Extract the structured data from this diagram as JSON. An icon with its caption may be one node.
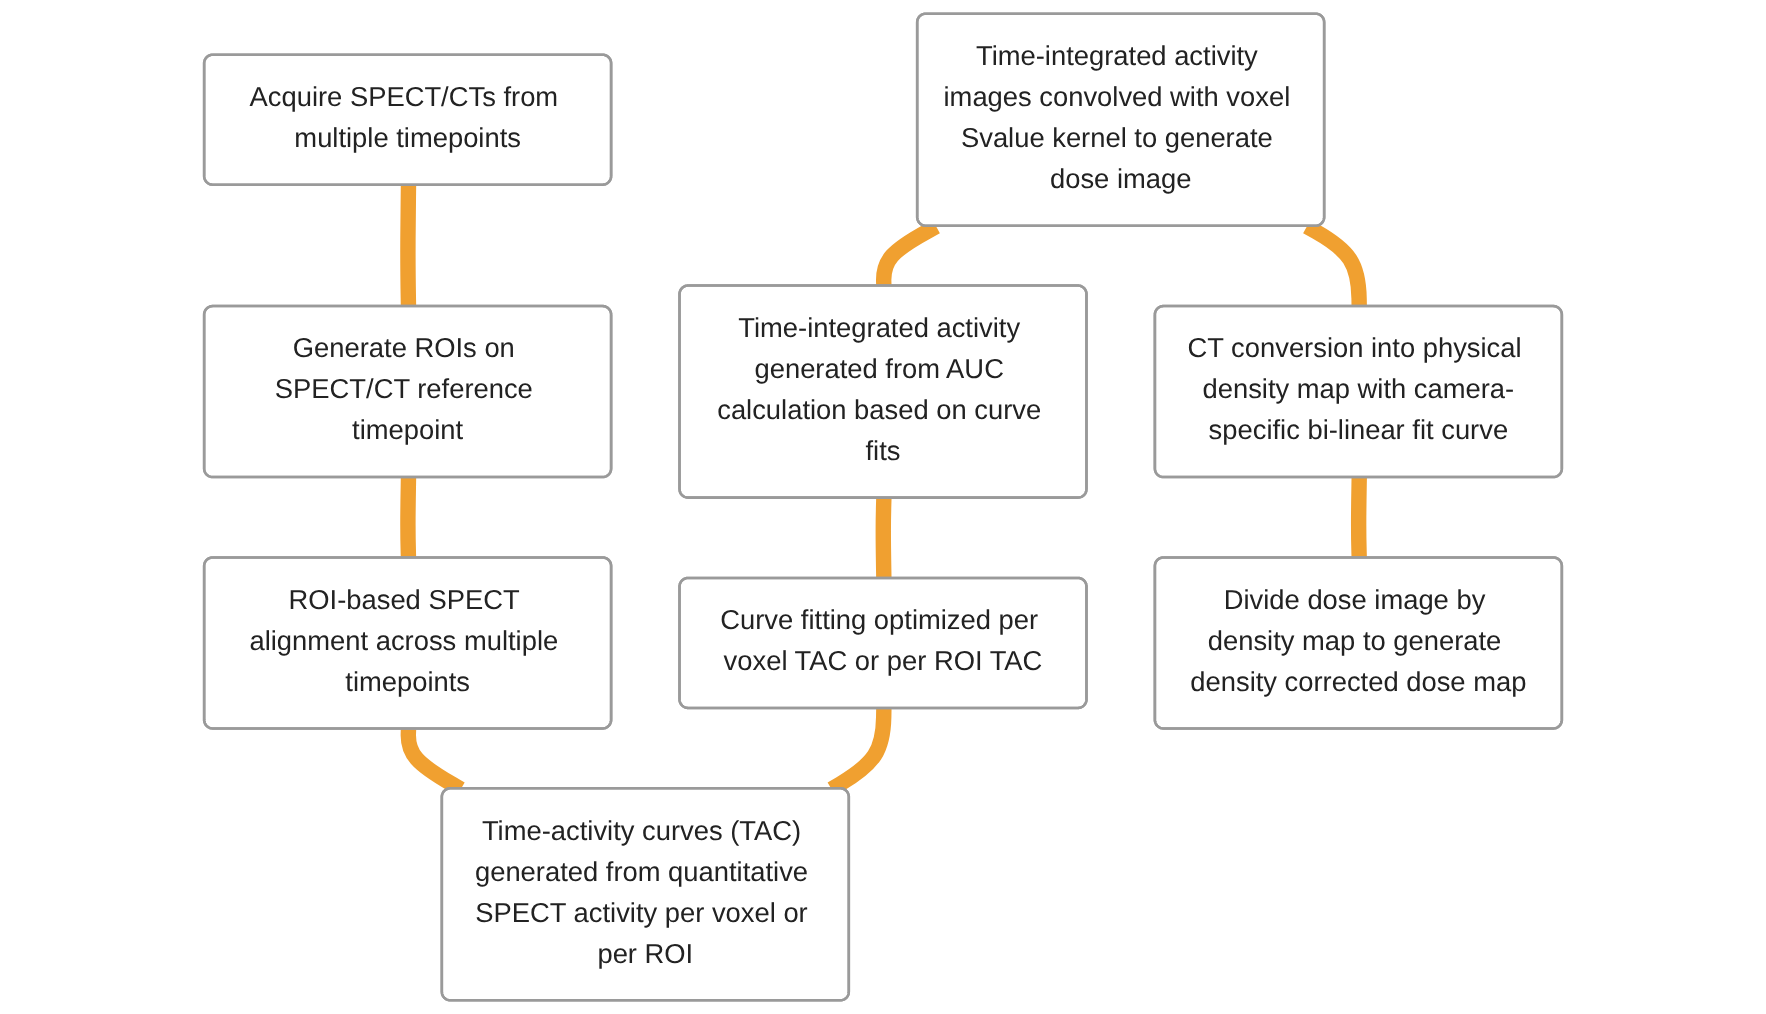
{
  "diagram": {
    "nodes": [
      {
        "text": [
          "Acquire SPECT/CTs from multiple timepoints"
        ]
      },
      {
        "text": [
          "Time-integrated activity generated from AUC calculation based on curve fits"
        ]
      },
      {
        "text": [
          "Time-integrated activity images convolved with voxel Svalue kernel to generate dose image"
        ]
      },
      {
        "text": [
          "Generate ROIs on SPECT/CT reference timepoint"
        ]
      },
      {
        "text": [
          "Curve fitting optimized per voxel TAC or per ROI TAC"
        ]
      },
      {
        "text": [
          "CT conversion into physical density map with camera-specific bi-linear fit curve"
        ]
      },
      {
        "text": [
          "ROI-based SPECT alignment across multiple timepoints"
        ]
      },
      {
        "text": [
          "Time-activity curves (TAC) generated from quantitative SPECT activity per voxel or per ROI"
        ]
      },
      {
        "text": [
          "Divide dose image by density map to generate density corrected dose map"
        ]
      }
    ],
    "edges": [
      {
        "from": 0,
        "to": 3,
        "arrow": "none"
      },
      {
        "from": 3,
        "to": 6,
        "arrow": "none"
      },
      {
        "from": 6,
        "to": 7,
        "arrow": "none"
      },
      {
        "from": 7,
        "to": 4,
        "arrow": "none"
      },
      {
        "from": 4,
        "to": 1,
        "arrow": "none"
      },
      {
        "from": 1,
        "to": 2,
        "arrow": "none"
      },
      {
        "from": 2,
        "to": 5,
        "arrow": "none"
      },
      {
        "from": 5,
        "to": 8,
        "arrow": "none"
      }
    ]
  }
}
